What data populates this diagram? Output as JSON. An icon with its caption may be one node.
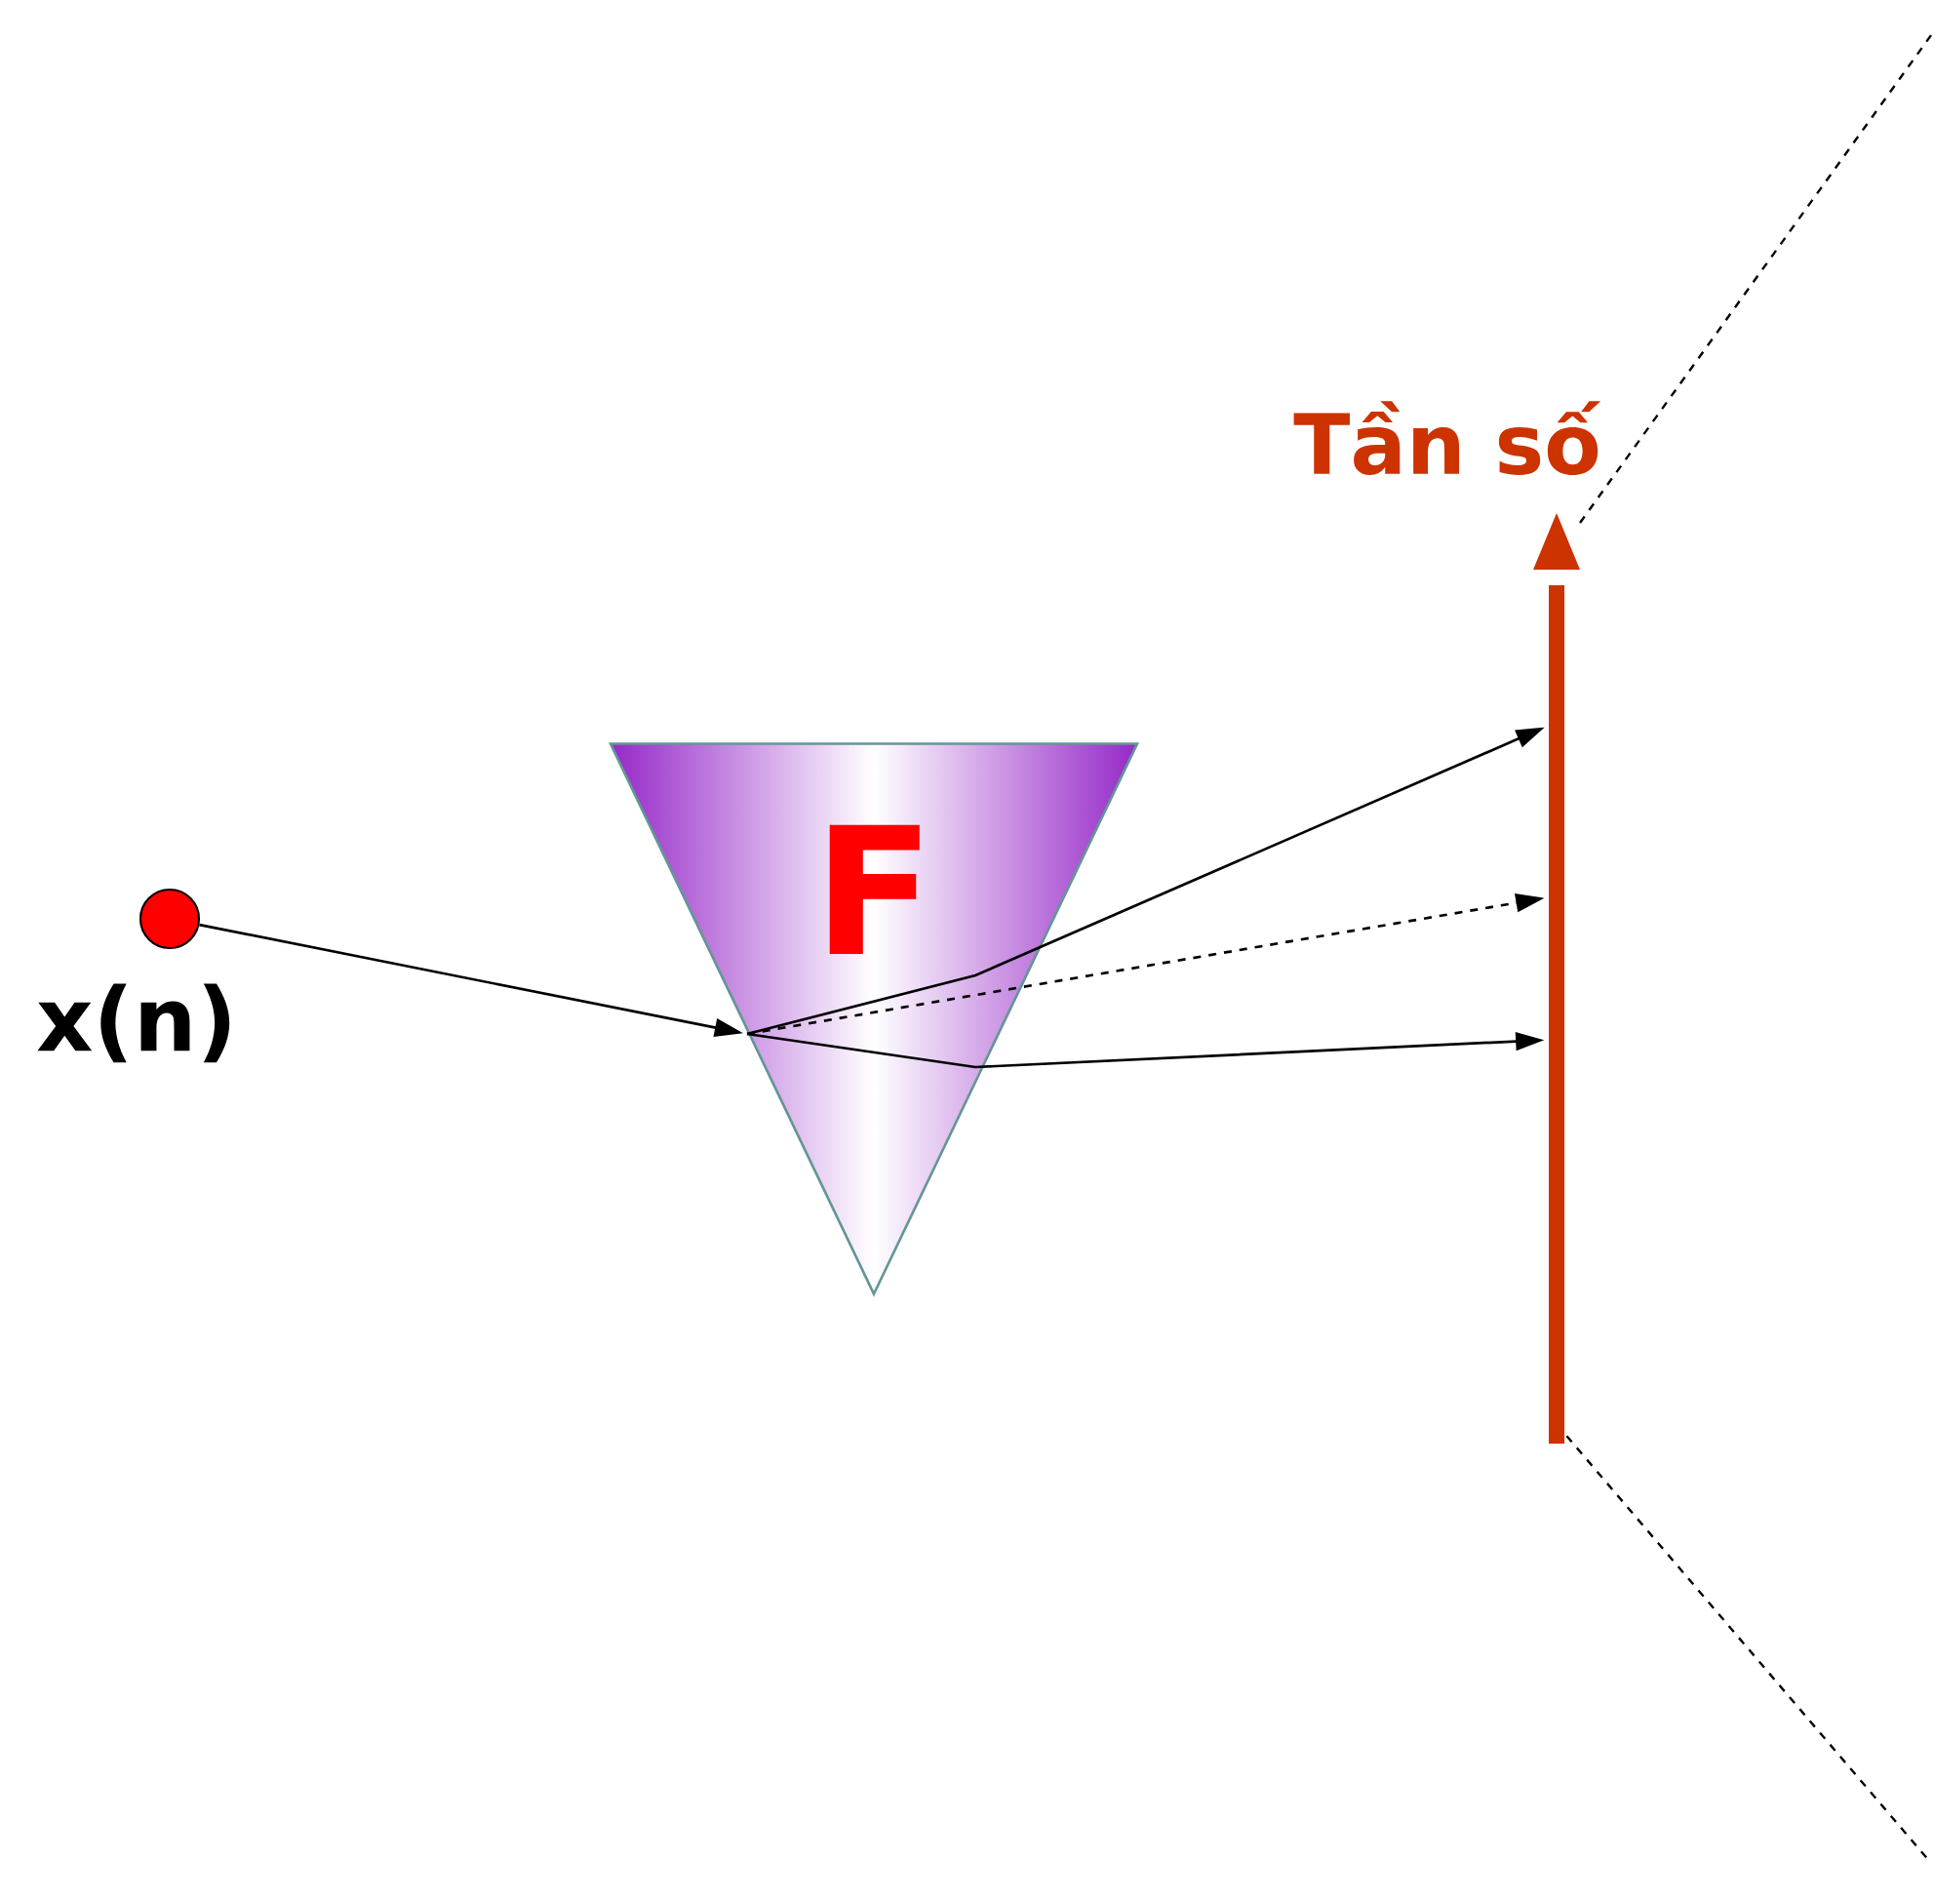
{
  "diagram": {
    "nodes": [
      {
        "text": [],
        "shape": "circle",
        "beside": [
          "x(n)"
        ]
      },
      {
        "text": [
          "F"
        ]
      },
      {
        "text": [
          "Tần số"
        ]
      }
    ],
    "edges": [
      {
        "from": 0,
        "to": 1,
        "arrow": "to"
      },
      {
        "from": 1,
        "to": 2,
        "arrow": "to"
      },
      {
        "from": 1,
        "to": 2,
        "arrow": "to",
        "style": "dashed"
      },
      {
        "from": 1,
        "to": 2,
        "arrow": "to"
      }
    ]
  }
}
